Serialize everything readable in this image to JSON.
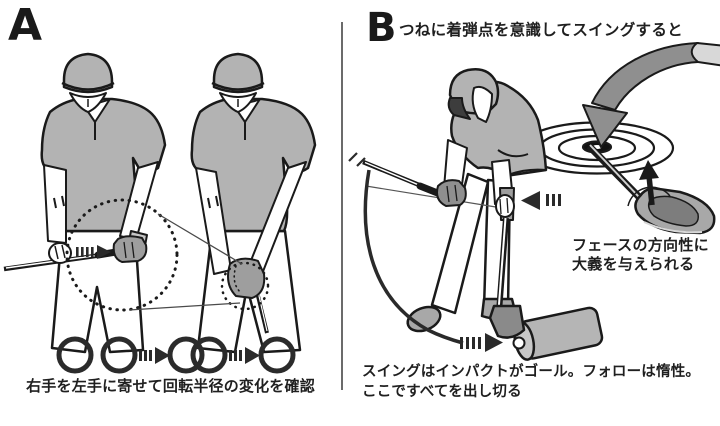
{
  "panel_a": {
    "label": "A",
    "caption": "右手を左手に寄せて回転半径の変化を確認"
  },
  "panel_b": {
    "label": "B",
    "heading": "つねに着弾点を意識してスイングすると",
    "face_note": [
      "フェースの方向性に",
      "大義を与えられる"
    ],
    "caption": [
      "スイングはインパクトがゴール。フォローは惰性。",
      "ここですべてを出し切る"
    ]
  },
  "icons": {
    "striped_arrow": "hatched-bars-with-solid-triangle",
    "curved_ribbon_arrow": "folded-ribbon-arrow-pointing-into-target",
    "up_arrow": "solid-black-up-arrow",
    "rotation_circles": "two-circles-merging-into-one"
  },
  "colors": {
    "outline": "#1a1a1a",
    "shirt_gray": "#b3b3b3",
    "glove_gray": "#9e9e9e",
    "light_gray": "#d8d8d8",
    "ribbon_gray": "#8f8f8f",
    "cylinder_gray": "#b5b5b5",
    "arrow_dark": "#2a2a2a",
    "background": "#ffffff"
  }
}
